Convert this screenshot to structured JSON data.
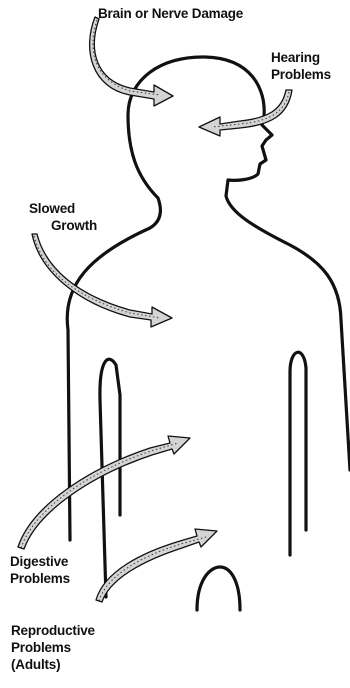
{
  "diagram": {
    "labels": {
      "brain": [
        "Brain or Nerve Damage"
      ],
      "hearing": [
        "Hearing",
        "Problems"
      ],
      "growth": [
        "Slowed",
        "Growth"
      ],
      "digestive": [
        "Digestive",
        "Problems"
      ],
      "reproductive": [
        "Reproductive",
        "Problems",
        "(Adults)"
      ]
    },
    "colors": {
      "line": "#111111",
      "arrow_fill": "#d4d4d4",
      "background": "#ffffff"
    }
  }
}
